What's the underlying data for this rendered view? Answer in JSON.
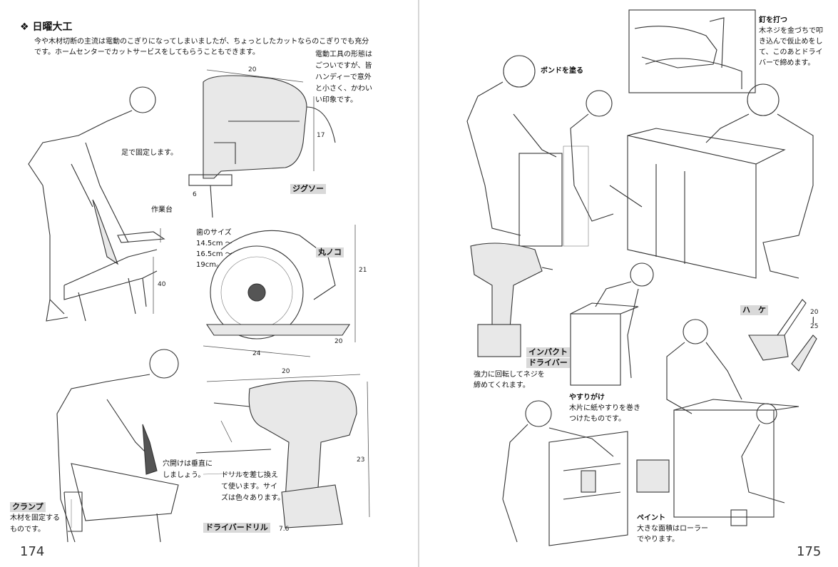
{
  "heading": {
    "symbol": "❖",
    "title": "日曜大工"
  },
  "intro": [
    "今や木材切断の主流は電動のこぎりになってしまいましたが、ちょっとしたカットならのこぎりでも充分",
    "です。ホームセンターでカットサービスをしてもらうこともできます。"
  ],
  "notes": {
    "power_tools": [
      "電動工具の形態は",
      "ごついですが、皆",
      "ハンディーで意外",
      "と小さく、かわい",
      "い印象です。"
    ],
    "foot": "足で固定します。",
    "workbench": "作業台",
    "blade_size": [
      "歯のサイズ",
      "14.5cm 〜",
      "16.5cm 〜",
      "19cm。"
    ],
    "vertical": [
      "穴開けは垂直に",
      "しましょう。"
    ],
    "bits": [
      "ドリルを差し換え",
      "て使います。サイ",
      "ズは色々あります。"
    ],
    "clamp": [
      "木材を固定する",
      "ものです。"
    ],
    "nail_title": "釘を打つ",
    "nail": [
      "木ネジを金づちで叩",
      "き込んで仮止めをし",
      "て、このあとドライ",
      "バーで締めます。"
    ],
    "impact": [
      "強力に回転してネジを",
      "締めてくれます。"
    ],
    "sanding_title": "やすりがけ",
    "sanding": [
      "木片に紙やすりを巻き",
      "つけたものです。"
    ],
    "paint_title": "ペイント",
    "paint": [
      "大きな面積はローラー",
      "でやります。"
    ],
    "glue": "ボンドを塗る"
  },
  "labels": {
    "jigsaw": "ジグソー",
    "circular_saw": "丸ノコ",
    "drill": "ドライバードリル",
    "clamp": "クランプ",
    "impact": [
      "インパクト",
      "ドライバー"
    ],
    "brush": "ハ　ケ"
  },
  "dimensions": {
    "jig_w": "20",
    "jig_h": "17",
    "jig_blade": "6",
    "saw_h": "21",
    "saw_w": "24",
    "saw_d": "20",
    "drill_w": "20",
    "drill_h": "23",
    "drill_d": "7.6",
    "brush": [
      "20",
      "|",
      "25"
    ],
    "bench": "40"
  },
  "page_numbers": {
    "left": "174",
    "right": "175"
  }
}
